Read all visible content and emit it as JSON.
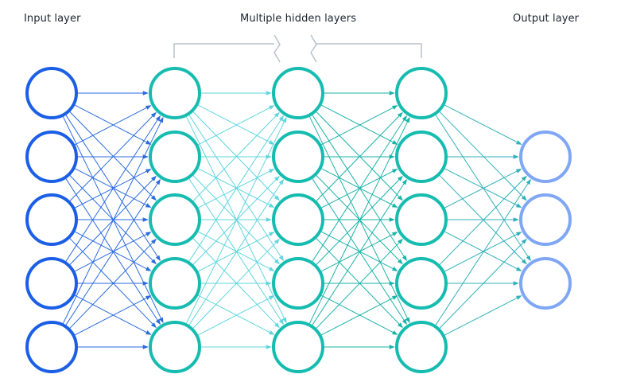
{
  "labels": {
    "input": "Input layer",
    "hidden": "Multiple hidden layers",
    "output": "Output layer"
  },
  "network": {
    "layers": [
      {
        "type": "input",
        "nodes": 5,
        "color": "#1a5fe6"
      },
      {
        "type": "hidden",
        "nodes": 5,
        "color": "#16bcb0"
      },
      {
        "type": "hidden",
        "nodes": 5,
        "color": "#16bcb0"
      },
      {
        "type": "hidden",
        "nodes": 5,
        "color": "#16bcb0"
      },
      {
        "type": "output",
        "nodes": 3,
        "color": "#7fa7f5"
      }
    ],
    "connection_colors": [
      "#2a6be0",
      "#5fd6df",
      "#1ab3a8",
      "#2eb0b8"
    ],
    "bracket_color": "#b8c2cc",
    "fully_connected": true
  }
}
